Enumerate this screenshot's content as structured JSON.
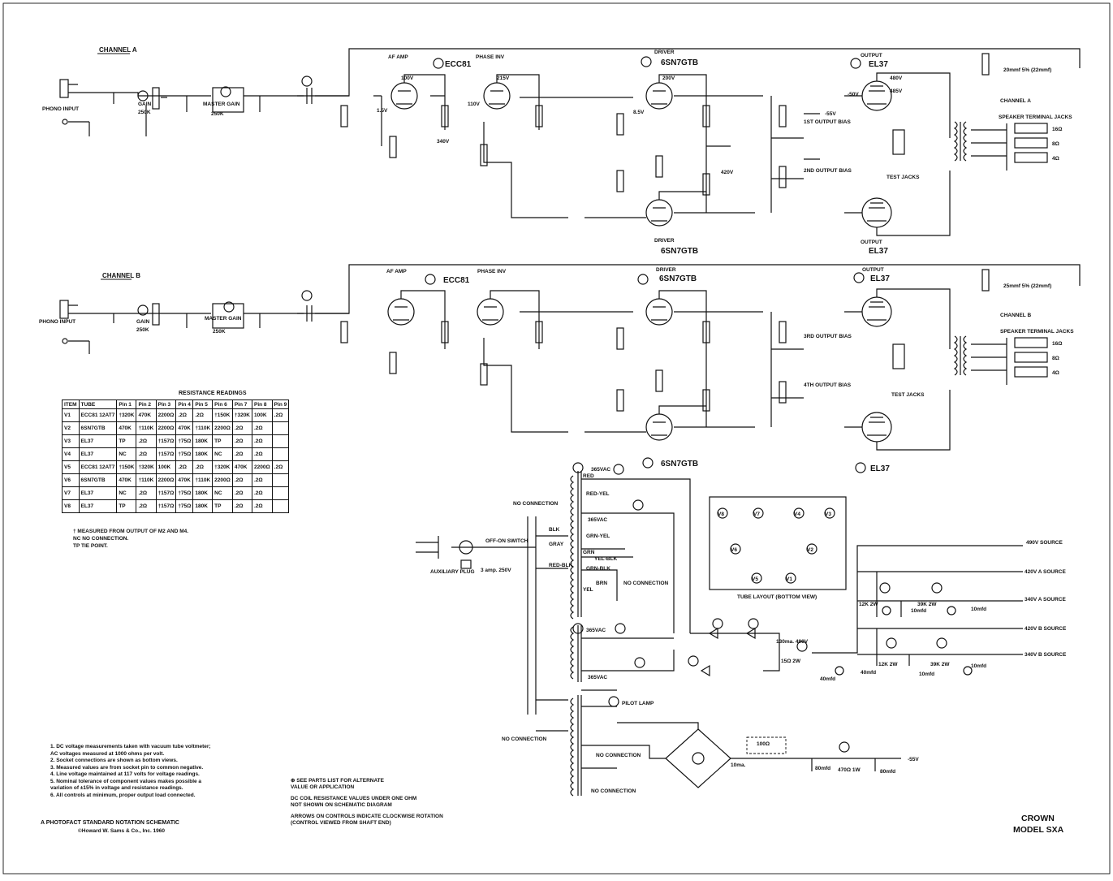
{
  "title": "A PHOTOFACT STANDARD NOTATION SCHEMATIC",
  "copyright": "©Howard W. Sams & Co., Inc. 1960",
  "brand": {
    "name": "CROWN",
    "model": "MODEL SXA"
  },
  "channel_a": {
    "label": "CHANNEL A",
    "phono_input": "PHONO INPUT",
    "gain": "GAIN",
    "gain_value": "250K",
    "master_gain": "MASTER GAIN",
    "master_value": "250K",
    "af_amp": "AF AMP",
    "phase_inv": "PHASE INV",
    "tube_af": "ECC81",
    "driver_top": "6SN7GTB",
    "driver_bottom": "6SN7GTB",
    "output_top": "EL37",
    "output_bottom": "EL37",
    "bias1": "1ST OUTPUT BIAS",
    "bias2": "2ND OUTPUT BIAS",
    "test_jacks": "TEST JACKS",
    "speaker_jacks": "SPEAKER TERMINAL JACKS",
    "channel_label_right": "CHANNEL A",
    "cap_r": "20mmf 5% (22mmf)",
    "ohms": [
      "16Ω",
      "8Ω",
      "4Ω"
    ],
    "voltages": [
      "100V",
      "215V",
      "200V",
      "480V",
      "485V",
      "340V",
      "420V",
      "-50V",
      "-55V",
      "8.5V",
      "1.5V",
      "110V"
    ]
  },
  "channel_b": {
    "label": "CHANNEL B",
    "phono_input": "PHONO INPUT",
    "gain": "GAIN",
    "gain_value": "250K",
    "master_gain": "MASTER GAIN",
    "master_value": "250K",
    "af_amp": "AF AMP",
    "phase_inv": "PHASE INV",
    "tube_af": "ECC81",
    "driver_top": "6SN7GTB",
    "driver_bottom": "6SN7GTB",
    "output_top": "EL37",
    "output_bottom": "EL37",
    "bias1": "3RD OUTPUT BIAS",
    "bias2": "4TH OUTPUT BIAS",
    "test_jacks": "TEST JACKS",
    "speaker_jacks": "SPEAKER TERMINAL JACKS",
    "channel_label_right": "CHANNEL B",
    "cap_r": "25mmf 5% (22mmf)",
    "ohms": [
      "16Ω",
      "8Ω",
      "4Ω"
    ]
  },
  "driver_label": "DRIVER",
  "output_label": "OUTPUT",
  "resistance_table": {
    "title": "RESISTANCE READINGS",
    "headers": [
      "ITEM",
      "TUBE",
      "Pin 1",
      "Pin 2",
      "Pin 3",
      "Pin 4",
      "Pin 5",
      "Pin 6",
      "Pin 7",
      "Pin 8",
      "Pin 9"
    ],
    "rows": [
      [
        "V1",
        "ECC81 12AT7",
        "†320K",
        "470K",
        "2200Ω",
        ".2Ω",
        ".2Ω",
        "†150K",
        "†320K",
        "100K",
        ".2Ω"
      ],
      [
        "V2",
        "6SN7GTB",
        "470K",
        "†110K",
        "2200Ω",
        "470K",
        "†110K",
        "2200Ω",
        ".2Ω",
        ".2Ω",
        ""
      ],
      [
        "V3",
        "EL37",
        "TP",
        ".2Ω",
        "†157Ω",
        "†75Ω",
        "180K",
        "TP",
        ".2Ω",
        ".2Ω",
        ""
      ],
      [
        "V4",
        "EL37",
        "NC",
        ".2Ω",
        "†157Ω",
        "†75Ω",
        "180K",
        "NC",
        ".2Ω",
        ".2Ω",
        ""
      ],
      [
        "V5",
        "ECC81 12AT7",
        "†150K",
        "†320K",
        "100K",
        ".2Ω",
        ".2Ω",
        "†320K",
        "470K",
        "2200Ω",
        ".2Ω"
      ],
      [
        "V6",
        "6SN7GTB",
        "470K",
        "†110K",
        "2200Ω",
        "470K",
        "†110K",
        "2200Ω",
        ".2Ω",
        ".2Ω",
        ""
      ],
      [
        "V7",
        "EL37",
        "NC",
        ".2Ω",
        "†157Ω",
        "†75Ω",
        "180K",
        "NC",
        ".2Ω",
        ".2Ω",
        ""
      ],
      [
        "V8",
        "EL37",
        "TP",
        ".2Ω",
        "†157Ω",
        "†75Ω",
        "180K",
        "TP",
        ".2Ω",
        ".2Ω",
        ""
      ]
    ],
    "notes": [
      "† MEASURED FROM OUTPUT OF M2 AND M4.",
      "NC NO CONNECTION.",
      "TP TIE POINT."
    ]
  },
  "power": {
    "no_connection": "NO CONNECTION",
    "switch": "OFF-ON SWITCH",
    "aux_plug": "AUXILIARY PLUG",
    "fuse": "3 amp. 250V",
    "pilot": "PILOT LAMP",
    "t1_secondary": "365VAC",
    "wires": [
      "RED",
      "RED-YEL",
      "GRN-YEL",
      "GRN",
      "YEL-BLK",
      "GRN-BLK",
      "BRN",
      "YEL",
      "BLK",
      "GRAY",
      "RED-BLK"
    ],
    "tube_layout_title": "TUBE LAYOUT (BOTTOM VIEW)",
    "tube_layout": [
      "V8",
      "V7",
      "V4",
      "V3",
      "V6",
      "V2",
      "V5",
      "V1"
    ],
    "sources": [
      "490V SOURCE",
      "420V A SOURCE",
      "340V A SOURCE",
      "420V B SOURCE",
      "340V B SOURCE"
    ],
    "neg_supply": "-55V",
    "caps": [
      "40mfd",
      "10mfd",
      "10mfd",
      "10mfd",
      "40mfd",
      "10mfd",
      "80mfd",
      "80mfd"
    ],
    "resistors": [
      "12K 2W",
      "39K 2W",
      "12K 2W",
      "39K 2W",
      "470Ω 1W",
      "100Ω",
      "15Ω 2W"
    ],
    "current": [
      "130ma. 490V",
      "10ma."
    ]
  },
  "notes": [
    "1. DC voltage measurements taken with vacuum tube voltmeter;",
    "   AC voltages measured at 1000 ohms per volt.",
    "2. Socket connections are shown as bottom views.",
    "3. Measured values are from socket pin to common negative.",
    "4. Line voltage maintained at 117 volts for voltage readings.",
    "5. Nominal tolerance of component values makes possible a",
    "   variation of ±15% in voltage and resistance readings.",
    "6. All controls at minimum, proper output load connected."
  ],
  "mid_notes": [
    "⊕ SEE PARTS LIST FOR ALTERNATE",
    "VALUE OR APPLICATION",
    "DC COIL RESISTANCE VALUES UNDER ONE OHM",
    "NOT SHOWN ON SCHEMATIC DIAGRAM",
    "ARROWS ON CONTROLS INDICATE CLOCKWISE ROTATION",
    "(CONTROL VIEWED FROM SHAFT END)"
  ]
}
